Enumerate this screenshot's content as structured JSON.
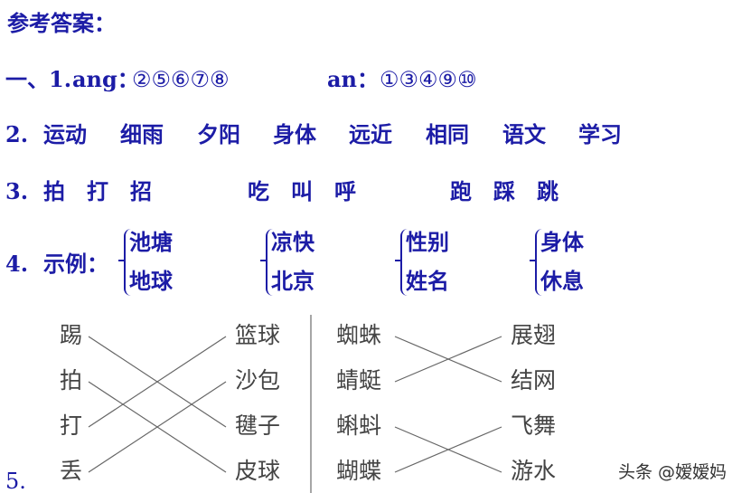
{
  "title": "参考答案：",
  "q1": {
    "prefix": "一、1.",
    "ang_label": "ang：",
    "ang_items": "②⑤⑥⑦⑧",
    "an_label": "an：",
    "an_items": "①③④⑨⑩"
  },
  "q2": {
    "number": "2.",
    "words": [
      "运动",
      "细雨",
      "夕阳",
      "身体",
      "远近",
      "相同",
      "语文",
      "学习"
    ]
  },
  "q3": {
    "number": "3.",
    "groups": [
      "拍　打　招",
      "吃　叫　呼",
      "跑　踩　跳"
    ]
  },
  "q4": {
    "number": "4.",
    "label": "示例：",
    "groups": [
      [
        "池塘",
        "地球"
      ],
      [
        "凉快",
        "北京"
      ],
      [
        "性别",
        "姓名"
      ],
      [
        "身体",
        "休息"
      ]
    ]
  },
  "q5": {
    "number": "5.",
    "left_actions": [
      "踢",
      "拍",
      "打",
      "丢"
    ],
    "left_objects": [
      "篮球",
      "沙包",
      "毽子",
      "皮球"
    ],
    "left_matches": [
      [
        0,
        2
      ],
      [
        1,
        3
      ],
      [
        2,
        0
      ],
      [
        3,
        1
      ]
    ],
    "right_animals": [
      "蜘蛛",
      "蜻蜓",
      "蝌蚪",
      "蝴蝶"
    ],
    "right_actions": [
      "展翅",
      "结网",
      "飞舞",
      "游水"
    ],
    "right_matches": [
      [
        0,
        1
      ],
      [
        1,
        0
      ],
      [
        2,
        3
      ],
      [
        3,
        2
      ]
    ]
  },
  "watermark": "头条 @嫒嫒妈",
  "colors": {
    "answer_text": "#1c1ca6",
    "exercise_text": "#444444"
  }
}
